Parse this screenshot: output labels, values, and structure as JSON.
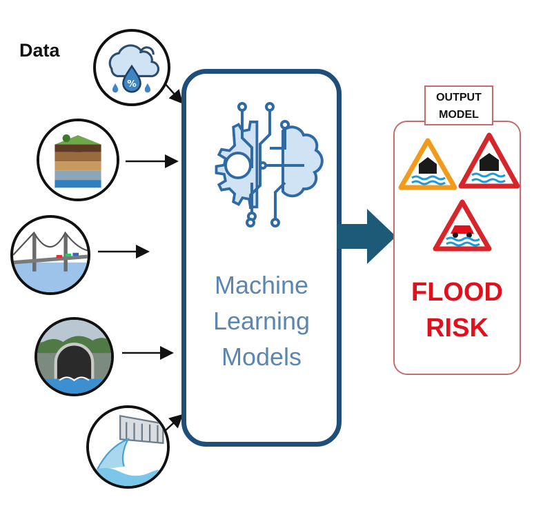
{
  "diagram": {
    "data_label": "Data",
    "model_label": "Machine\nLearning\nModels",
    "output_label": "OUTPUT\nMODEL",
    "result_label": "FLOOD\nRISK"
  },
  "icons": [
    "weather-rain-icon",
    "soil-layers-icon",
    "bridge-icon",
    "tunnel-icon",
    "dam-spillway-icon",
    "ai-gear-brain-icon",
    "flood-warning-orange-icon",
    "flood-warning-red-icon",
    "flood-warning-car-icon"
  ],
  "colors": {
    "model_border": "#1f4e79",
    "model_text": "#5b86b2",
    "arrow": "#1c5a78",
    "output_border": "#c46b6b",
    "risk_text": "#e0101c",
    "warning_orange": "#f29a1c",
    "warning_red": "#d7262b"
  }
}
